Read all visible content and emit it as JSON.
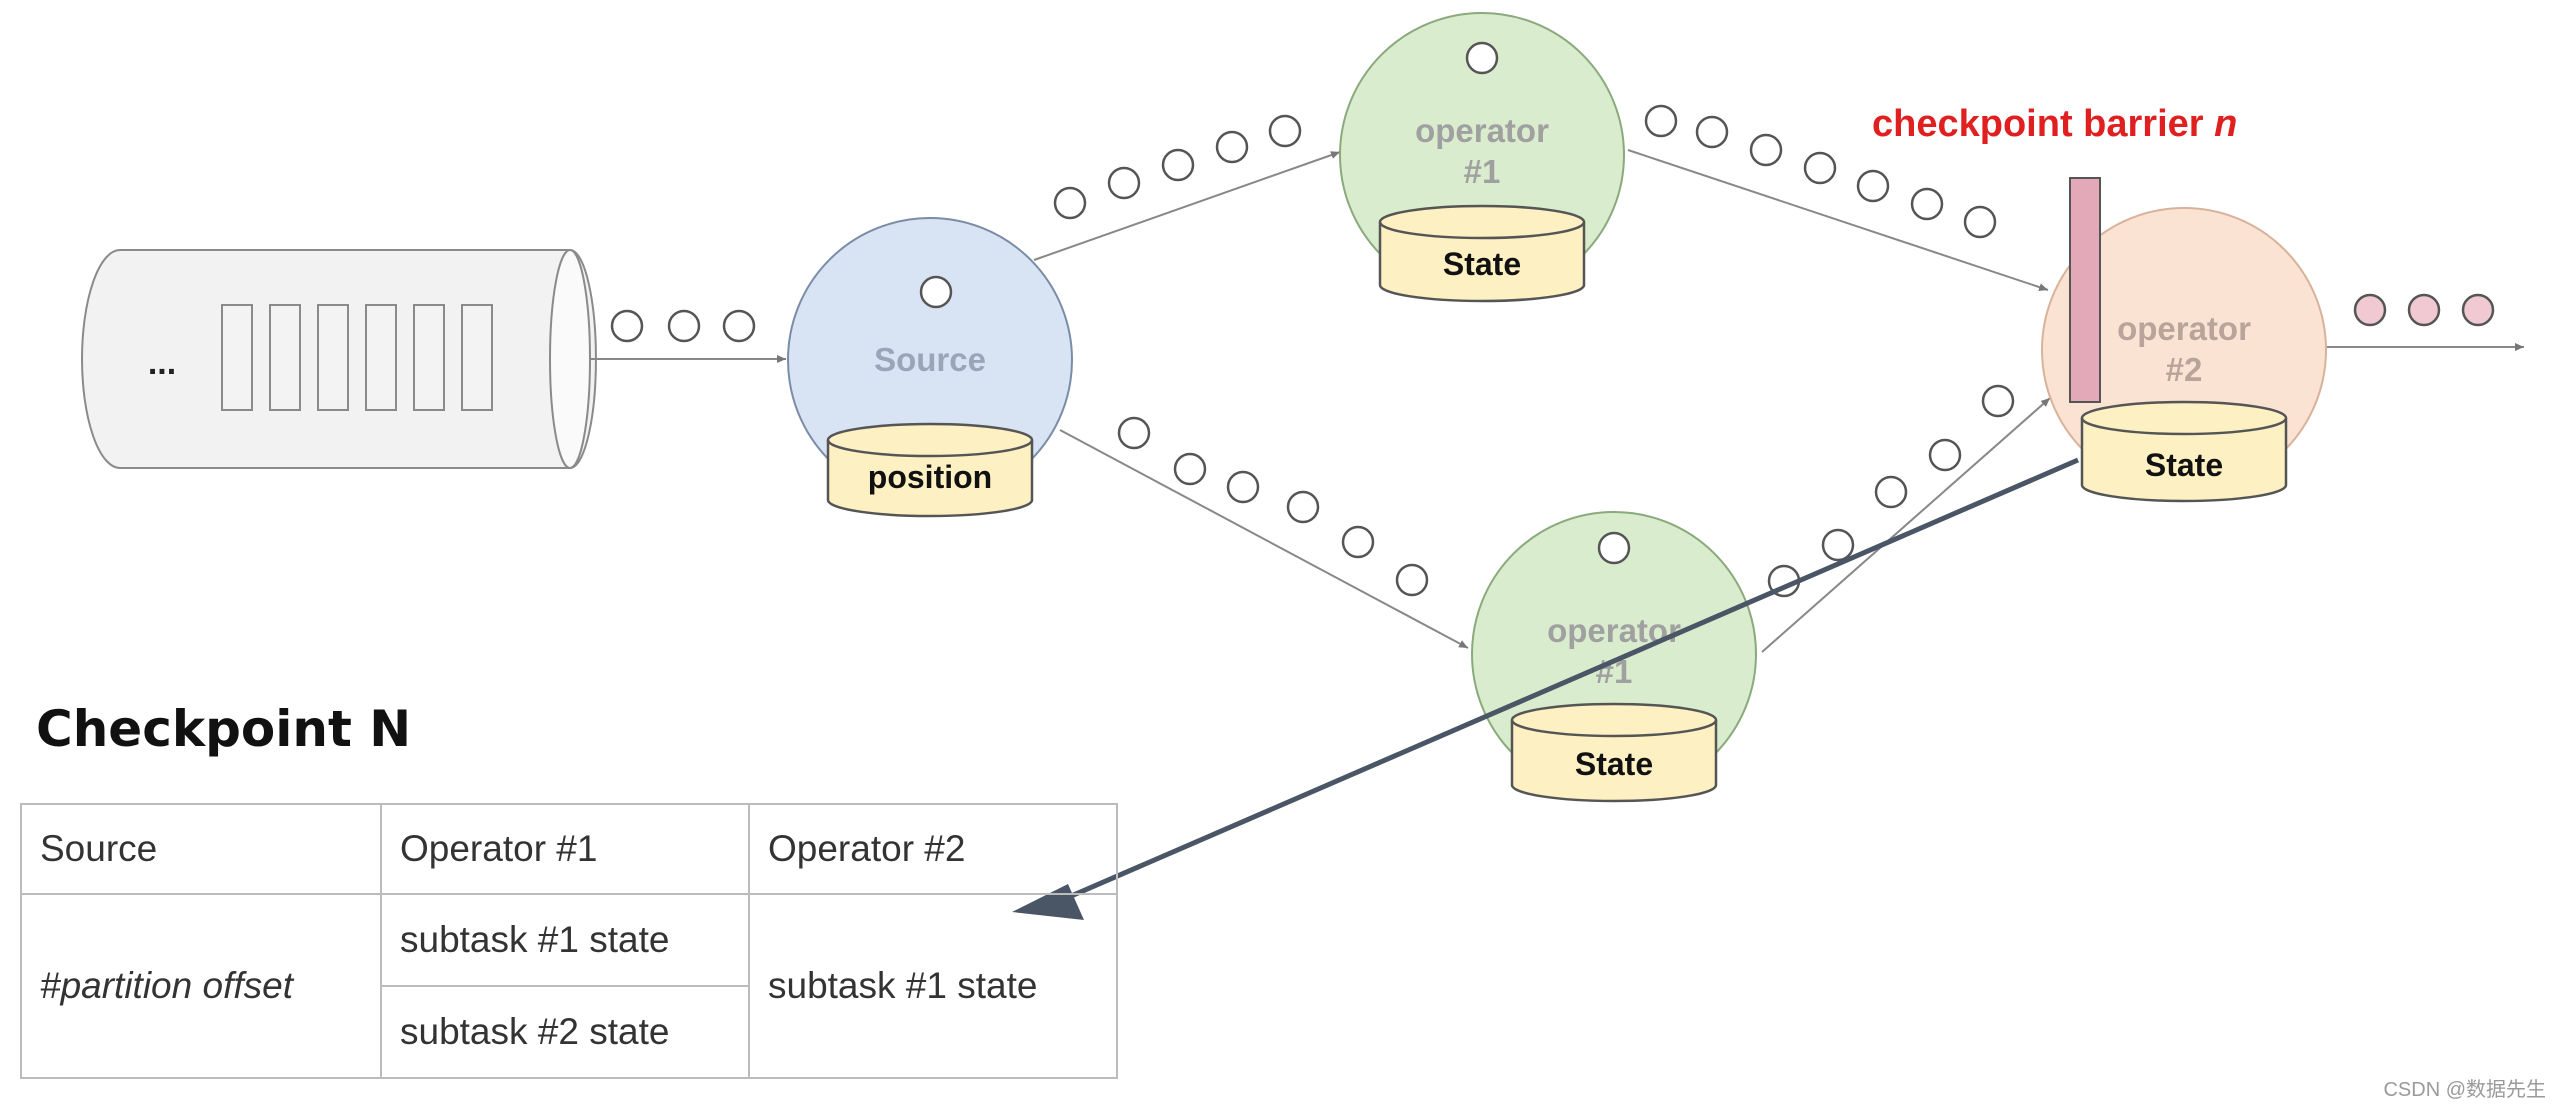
{
  "diagram": {
    "queue_label": "...",
    "source": {
      "label": "Source",
      "state_label": "position"
    },
    "operator_top": {
      "label_line1": "operator",
      "label_line2": "#1",
      "state_label": "State"
    },
    "operator_bottom": {
      "label_line1": "operator",
      "label_line2": "#1",
      "state_label": "State"
    },
    "operator_sink": {
      "label_line1": "operator",
      "label_line2": "#2",
      "state_label": "State"
    },
    "barrier_label": "checkpoint barrier ",
    "barrier_label_n": "n",
    "colors": {
      "source": "#d8e4f3",
      "operator": "#d9eccd",
      "operator2": "#fbe3d3",
      "state_db": "#fdf0c2",
      "barrier": "#e3a9b8",
      "barrier_text": "#e02020",
      "record_out": "#f0c9d3",
      "snapshot_arrow": "#4a5566"
    }
  },
  "table": {
    "title": "Checkpoint N",
    "headers": [
      "Source",
      "Operator #1",
      "Operator #2"
    ],
    "source_value": "#partition offset",
    "op1_values": [
      "subtask #1 state",
      "subtask #2 state"
    ],
    "op2_value": "subtask #1 state"
  },
  "watermark": "CSDN @数据先生"
}
